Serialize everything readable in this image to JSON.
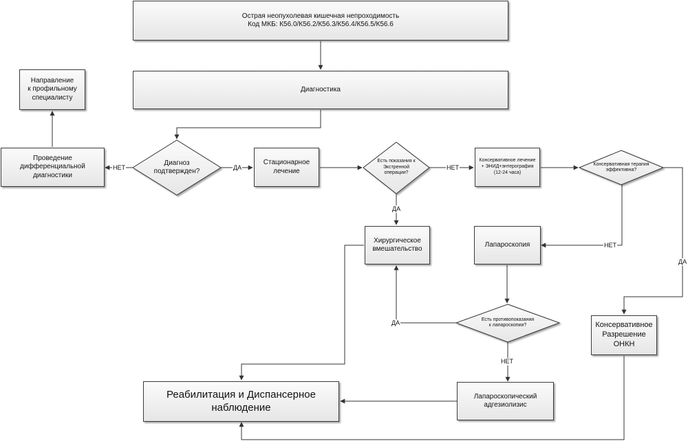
{
  "nodes": {
    "title": "Острая неопухолевая кишечная непроходимость\nКод МКБ: К56.0/К56.2/К56.3/К56.4/К56.5/К56.6",
    "diagnostics": "Диагностика",
    "referral": "Направление\nк профильному\nспециалисту",
    "differential": "Проведение\nдифференциальной\nдиагностики",
    "diagnosis_confirmed": "Диагноз\nподтвержден?",
    "inpatient": "Стационарное\nлечение",
    "emergency_indications": "Есть показания к\nЭкстренной\nоперации?",
    "conservative": "Консервативное лечение\n+ ЭНИД+энтерография\n(12-24 часа)",
    "conservative_effective": "Консервативная терапия\nэффективна?",
    "surgery": "Хирургическое\nвмешательство",
    "laparoscopy": "Лапароскопия",
    "contraindications": "Есть противопоказания\nк лапароскопии?",
    "conservative_resolution": "Консервативное\nРазрешение\nОНКН",
    "rehab": "Реабилитация и Диспансерное\nнаблюдение",
    "adhesiolysis": "Лапароскопический\nадгезиолизис"
  },
  "edge_labels": {
    "no_differential": "НЕТ",
    "yes_inpatient": "ДА",
    "no_conservative": "НЕТ",
    "yes_surgery": "ДА",
    "no_laparoscopy": "НЕТ",
    "yes_resolution": "ДА",
    "yes_contra": "ДА",
    "no_contra": "НЕТ"
  }
}
